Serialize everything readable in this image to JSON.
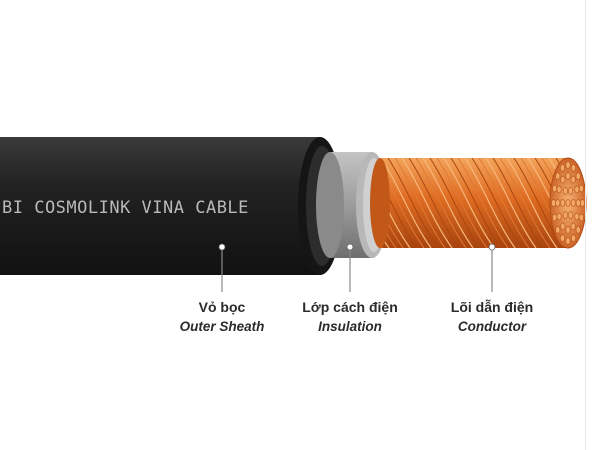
{
  "cable": {
    "print_text": "BI COSMOLINK VINA CABLE",
    "colors": {
      "sheath": "#1c1c1c",
      "insulation": "#9a9a9a",
      "conductor": "#d9661f",
      "conductor_highlight": "#f0a05a"
    }
  },
  "callouts": [
    {
      "id": "outer-sheath",
      "label_vi": "Vỏ bọc",
      "label_en": "Outer Sheath"
    },
    {
      "id": "insulation",
      "label_vi": "Lớp cách điện",
      "label_en": "Insulation"
    },
    {
      "id": "conductor",
      "label_vi": "Lõi dẫn điện",
      "label_en": "Conductor"
    }
  ]
}
